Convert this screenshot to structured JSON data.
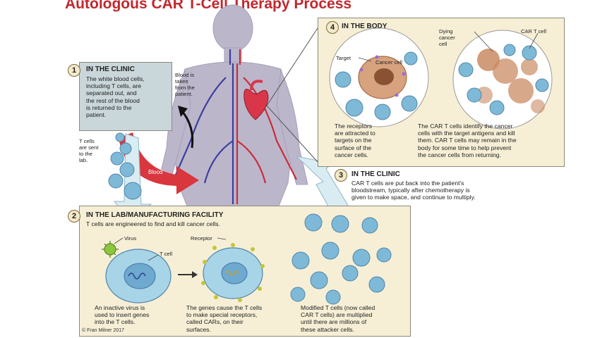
{
  "title": "Autologous CAR T-Cell Therapy Process",
  "step1": {
    "number": "1",
    "heading": "IN THE CLINIC",
    "body": [
      "The white blood cells,",
      "including T cells, are",
      "separated out, and",
      "the rest of the blood",
      "is returned to the",
      "patient."
    ]
  },
  "labels": {
    "blood_taken": [
      "Blood is",
      "taken",
      "from the",
      "patient."
    ],
    "t_cells_sent": [
      "T cells",
      "are sent",
      "to the",
      "lab."
    ],
    "blood": "Blood"
  },
  "step4": {
    "number": "4",
    "heading": "IN THE BODY",
    "target": "Target",
    "cancer_cell": "Cancer cell",
    "dying": [
      "Dying",
      "cancer",
      "cell"
    ],
    "car_t": "CAR T cell",
    "left_caption": [
      "The receptors",
      "are attracted to",
      "targets on the",
      "surface of the",
      "cancer cells."
    ],
    "right_caption": [
      "The CAR T cells identify the cancer",
      "cells with the target antigens and kill",
      "them. CAR T cells may remain in the",
      "body for some time to help prevent",
      "the cancer cells from returning."
    ]
  },
  "step3": {
    "number": "3",
    "heading": "IN THE CLINIC",
    "body": [
      "CAR T cells are put back into the patient's",
      "bloodstream, typically after chemotherapy is",
      "given to make space, and continue to multiply."
    ]
  },
  "step2": {
    "number": "2",
    "heading": "IN THE LAB/MANUFACTURING FACILITY",
    "subheading": "T cells are engineered to find and kill cancer cells.",
    "virus": "Virus",
    "t_cell": "T cell",
    "receptor": "Receptor",
    "caption1": [
      "An inactive virus is",
      "used to insert genes",
      "into the T cells."
    ],
    "caption2": [
      "The genes cause the T cells",
      "to make special receptors,",
      "called CARs, on their",
      "surfaces."
    ],
    "caption3": [
      "Modified T cells (now called",
      "CAR T cells) are multiplied",
      "until there are millions of",
      "these attacker cells."
    ]
  },
  "credit": "© Fran Milner 2017",
  "colors": {
    "title_red": "#c1272d",
    "cream_panel": "#f6efd6",
    "clinic_box": "#c9d6da",
    "body_figure": "#b9b3c9",
    "t_cell_blue": "#7fb9d8",
    "cancer_brown": "#c98b63",
    "arrow_red": "#d9363e"
  }
}
